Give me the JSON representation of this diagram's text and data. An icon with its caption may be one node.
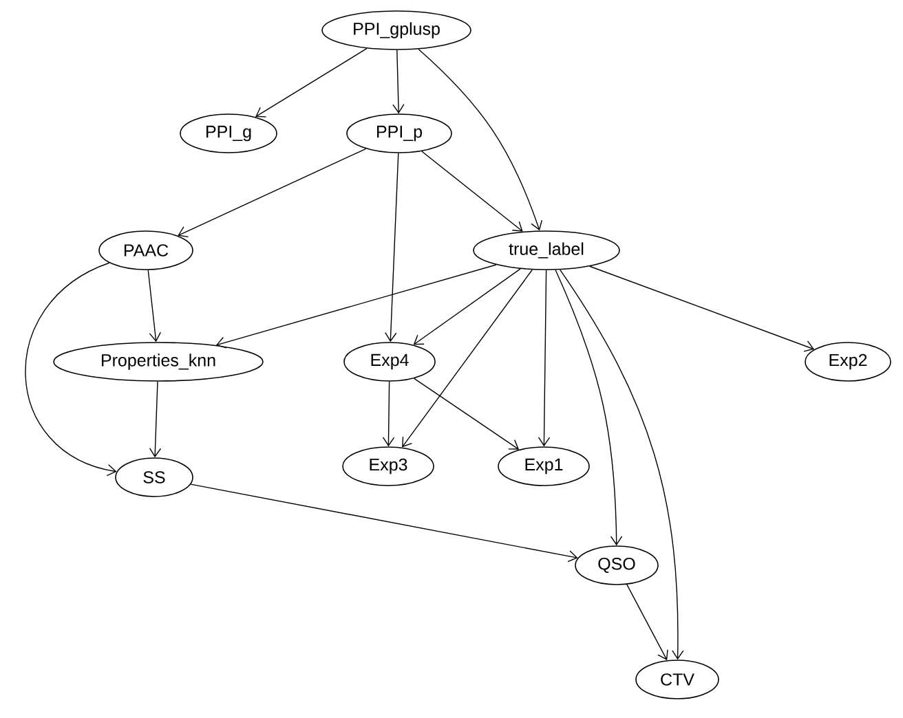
{
  "diagram": {
    "nodes": [
      {
        "text": [
          "PPI_gplusp"
        ]
      },
      {
        "text": [
          "PPI_g"
        ]
      },
      {
        "text": [
          "PPI_p"
        ]
      },
      {
        "text": [
          "PAAC"
        ]
      },
      {
        "text": [
          "true_label"
        ]
      },
      {
        "text": [
          "Properties_knn"
        ]
      },
      {
        "text": [
          "Exp4"
        ]
      },
      {
        "text": [
          "Exp2"
        ]
      },
      {
        "text": [
          "SS"
        ]
      },
      {
        "text": [
          "Exp3"
        ]
      },
      {
        "text": [
          "Exp1"
        ]
      },
      {
        "text": [
          "QSO"
        ]
      },
      {
        "text": [
          "CTV"
        ]
      }
    ],
    "edges": [
      {
        "from": 0,
        "to": 1,
        "arrow": "to"
      },
      {
        "from": 0,
        "to": 2,
        "arrow": "to"
      },
      {
        "from": 0,
        "to": 4,
        "arrow": "to"
      },
      {
        "from": 2,
        "to": 3,
        "arrow": "to"
      },
      {
        "from": 2,
        "to": 4,
        "arrow": "to"
      },
      {
        "from": 2,
        "to": 6,
        "arrow": "to"
      },
      {
        "from": 3,
        "to": 5,
        "arrow": "to"
      },
      {
        "from": 3,
        "to": 8,
        "arrow": "to"
      },
      {
        "from": 4,
        "to": 5,
        "arrow": "to"
      },
      {
        "from": 4,
        "to": 6,
        "arrow": "to"
      },
      {
        "from": 4,
        "to": 7,
        "arrow": "to"
      },
      {
        "from": 4,
        "to": 9,
        "arrow": "to"
      },
      {
        "from": 4,
        "to": 10,
        "arrow": "to"
      },
      {
        "from": 4,
        "to": 11,
        "arrow": "to"
      },
      {
        "from": 4,
        "to": 12,
        "arrow": "to"
      },
      {
        "from": 5,
        "to": 8,
        "arrow": "to"
      },
      {
        "from": 6,
        "to": 9,
        "arrow": "to"
      },
      {
        "from": 6,
        "to": 10,
        "arrow": "to"
      },
      {
        "from": 8,
        "to": 11,
        "arrow": "to"
      },
      {
        "from": 11,
        "to": 12,
        "arrow": "to"
      }
    ]
  }
}
